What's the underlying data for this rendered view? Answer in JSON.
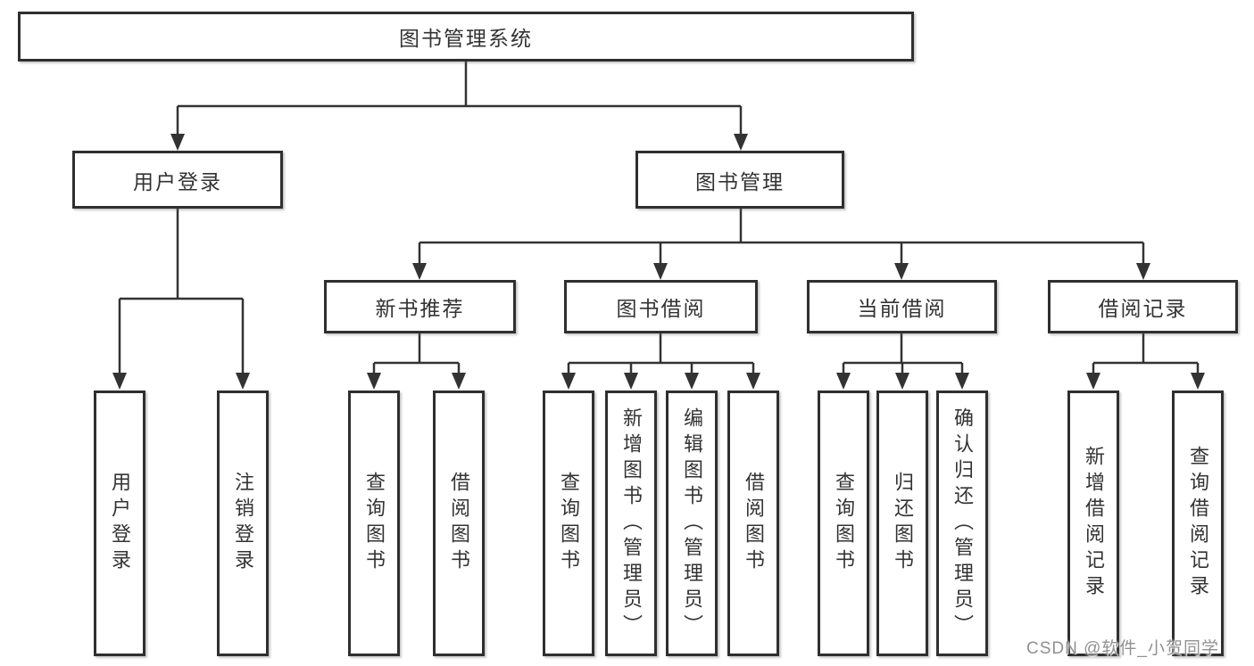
{
  "diagram": {
    "root": {
      "label": "图书管理系统"
    },
    "level2": [
      {
        "label": "用户登录",
        "parent": "图书管理系统"
      },
      {
        "label": "图书管理",
        "parent": "图书管理系统"
      }
    ],
    "level3": [
      {
        "label": "新书推荐",
        "parent": "图书管理"
      },
      {
        "label": "图书借阅",
        "parent": "图书管理"
      },
      {
        "label": "当前借阅",
        "parent": "图书管理"
      },
      {
        "label": "借阅记录",
        "parent": "图书管理"
      }
    ],
    "leaves": [
      {
        "label": "用户登录",
        "parent": "用户登录"
      },
      {
        "label": "注销登录",
        "parent": "用户登录"
      },
      {
        "label": "查询图书",
        "parent": "新书推荐"
      },
      {
        "label": "借阅图书",
        "parent": "新书推荐"
      },
      {
        "label": "查询图书",
        "parent": "图书借阅"
      },
      {
        "label": "新增图书（管理员）",
        "parent": "图书借阅"
      },
      {
        "label": "编辑图书（管理员）",
        "parent": "图书借阅"
      },
      {
        "label": "借阅图书",
        "parent": "图书借阅"
      },
      {
        "label": "查询图书",
        "parent": "当前借阅"
      },
      {
        "label": "归还图书",
        "parent": "当前借阅"
      },
      {
        "label": "确认归还（管理员）",
        "parent": "当前借阅"
      },
      {
        "label": "新增借阅记录",
        "parent": "借阅记录"
      },
      {
        "label": "查询借阅记录",
        "parent": "借阅记录"
      }
    ]
  },
  "watermark": {
    "text": "CSDN @软件_小贺同学"
  },
  "colors": {
    "line": "#333333",
    "box_border": "#2f2f2f",
    "text": "#333333",
    "background": "#ffffff",
    "watermark": "#919191"
  }
}
